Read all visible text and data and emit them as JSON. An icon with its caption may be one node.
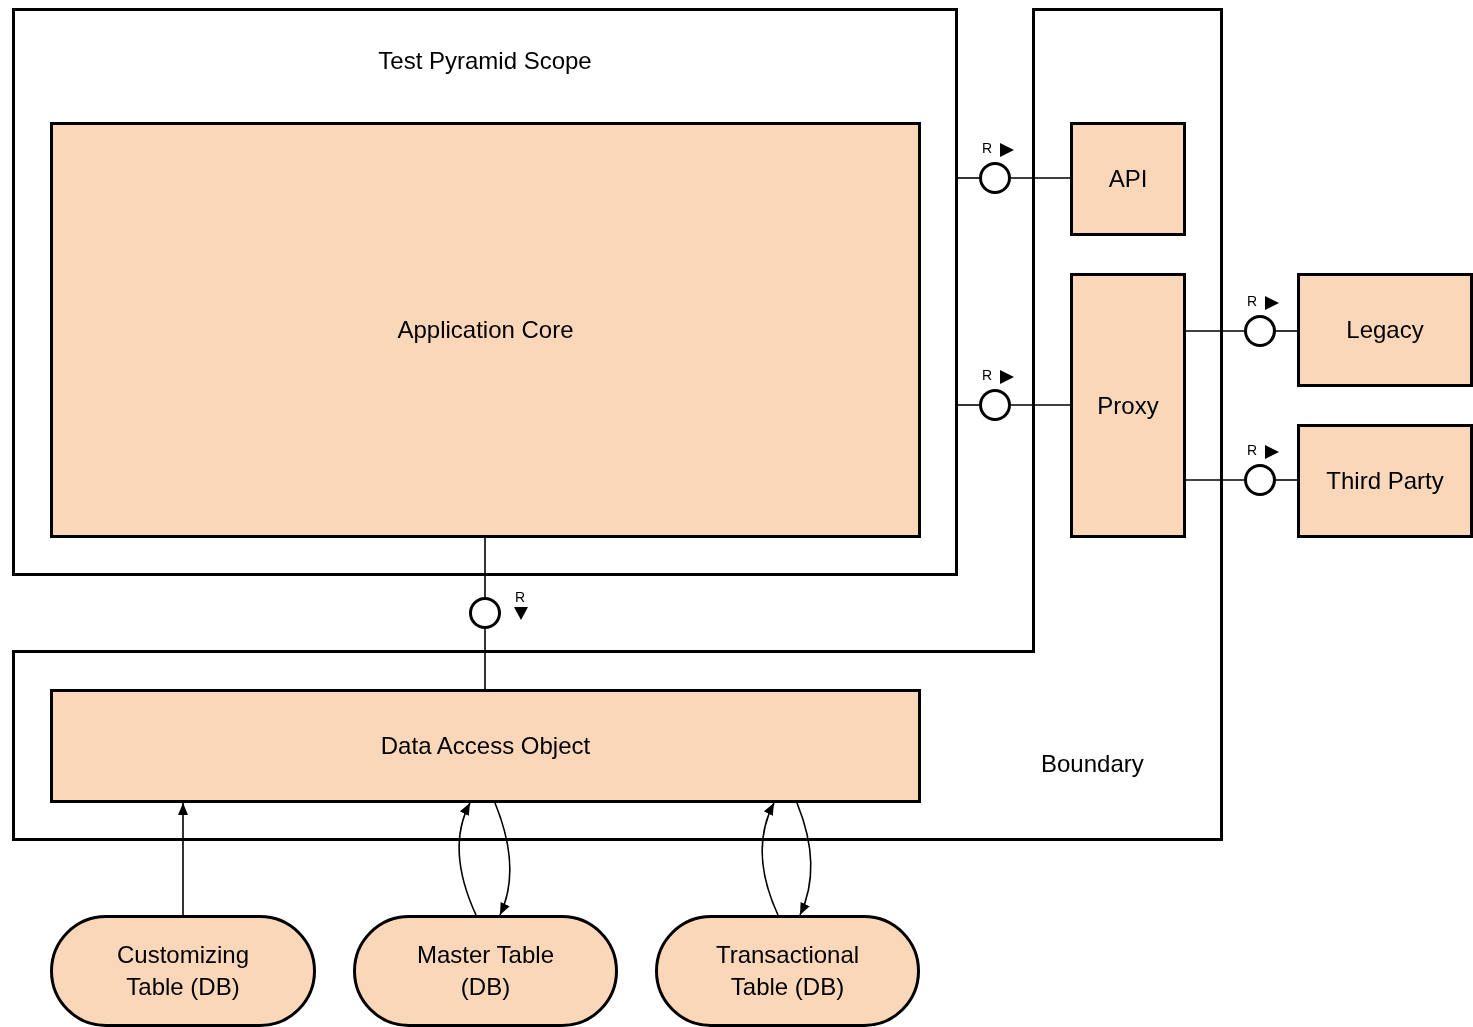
{
  "diagram": {
    "nodes": [
      {
        "text": [
          "Test Pyramid Scope"
        ]
      },
      {
        "text": [
          "Application Core"
        ],
        "in": 0
      },
      {
        "text": [
          "Boundary"
        ]
      },
      {
        "text": [
          "API"
        ],
        "in": 2
      },
      {
        "text": [
          "Proxy"
        ],
        "in": 2
      },
      {
        "text": [
          "Legacy"
        ]
      },
      {
        "text": [
          "Third Party"
        ]
      },
      {
        "text": [
          "Data Access Object"
        ],
        "in": 2
      },
      {
        "text": [
          "Customizing Table (DB)"
        ]
      },
      {
        "text": [
          "Master Table (DB)"
        ]
      },
      {
        "text": [
          "Transactional Table (DB)"
        ]
      },
      {
        "text": [],
        "shape": "circle",
        "beside": [
          "R"
        ]
      },
      {
        "text": [],
        "shape": "circle",
        "beside": [
          "R"
        ]
      },
      {
        "text": [],
        "shape": "circle",
        "beside": [
          "R"
        ]
      },
      {
        "text": [],
        "shape": "circle",
        "beside": [
          "R"
        ]
      },
      {
        "text": [],
        "shape": "circle",
        "beside": [
          "R"
        ]
      }
    ],
    "edges": [
      {
        "from": 0,
        "to": 11,
        "arrow": "none"
      },
      {
        "from": 11,
        "to": 3,
        "arrow": "none"
      },
      {
        "from": 0,
        "to": 12,
        "arrow": "none"
      },
      {
        "from": 12,
        "to": 4,
        "arrow": "none"
      },
      {
        "from": 4,
        "to": 13,
        "arrow": "none"
      },
      {
        "from": 13,
        "to": 5,
        "arrow": "none"
      },
      {
        "from": 4,
        "to": 14,
        "arrow": "none"
      },
      {
        "from": 14,
        "to": 6,
        "arrow": "none"
      },
      {
        "from": 1,
        "to": 15,
        "arrow": "none"
      },
      {
        "from": 15,
        "to": 7,
        "arrow": "none"
      },
      {
        "from": 8,
        "to": 7,
        "arrow": "to"
      },
      {
        "from": 9,
        "to": 7,
        "arrow": "to"
      },
      {
        "from": 7,
        "to": 9,
        "arrow": "to"
      },
      {
        "from": 10,
        "to": 7,
        "arrow": "to"
      },
      {
        "from": 7,
        "to": 10,
        "arrow": "to"
      }
    ]
  }
}
